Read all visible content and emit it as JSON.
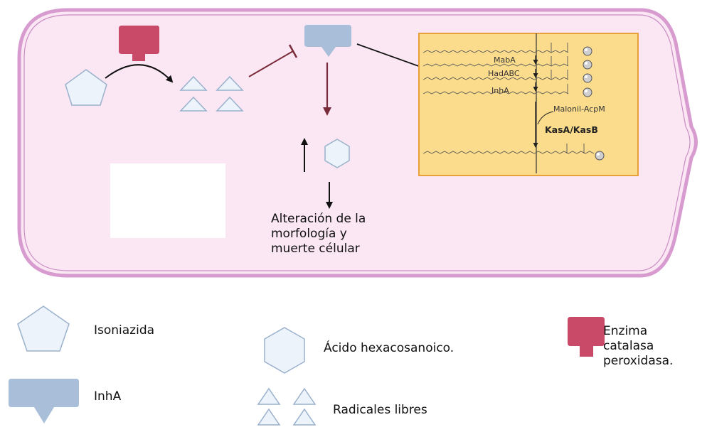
{
  "diagram": {
    "panel_labels": {
      "maba": "MabA",
      "hadabc": "HadABC",
      "inha": "InhA",
      "malonil": "Malonil-AcpM",
      "kas": "KasA/KasB"
    },
    "caption_lines": [
      "Alteración de la",
      "morfología y",
      "muerte célular"
    ],
    "legend": {
      "isoniazida": "Isoniazida",
      "inha": "InhA",
      "acido": "Ácido hexacosanoico.",
      "radicales": "Radicales libres",
      "enzima_lines": [
        "Enzima",
        "catalasa",
        "peroxidasa."
      ]
    },
    "colors": {
      "cell_fill": "#fbe7f3",
      "cell_border": "#d79bd0",
      "shape_fill": "#edf3fb",
      "shape_stroke": "#9ab1cc",
      "inha_fill": "#a9bfd9",
      "enzyme": "#c94a68",
      "panel_fill": "#fbdc8d",
      "panel_border": "#e8a03a",
      "inhibit_arrow": "#7a2b3a"
    }
  }
}
